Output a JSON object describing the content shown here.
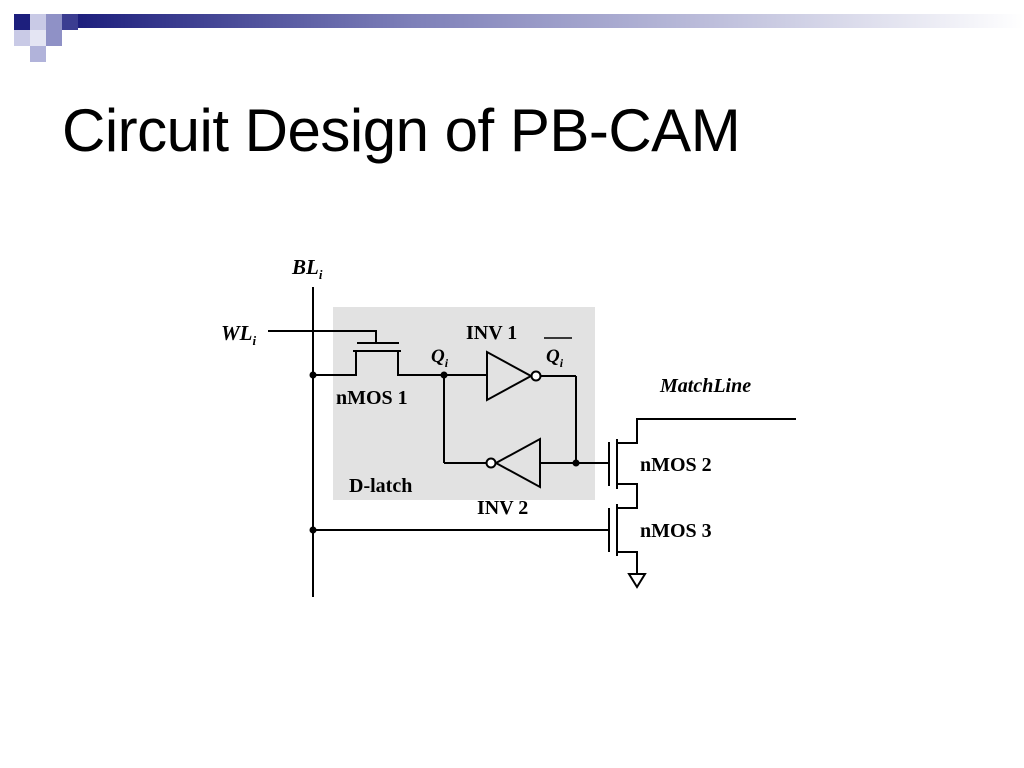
{
  "slide": {
    "title": "Circuit Design of PB-CAM"
  },
  "diagram": {
    "labels": {
      "bit_line": "BL",
      "bit_line_sub": "i",
      "word_line": "WL",
      "word_line_sub": "i",
      "q": "Q",
      "q_sub": "i",
      "q_bar": "Q",
      "q_bar_sub": "i",
      "inv1": "INV 1",
      "inv2": "INV 2",
      "nmos1": "nMOS 1",
      "nmos2": "nMOS 2",
      "nmos3": "nMOS 3",
      "dlatch": "D-latch",
      "matchline": "MatchLine"
    }
  }
}
